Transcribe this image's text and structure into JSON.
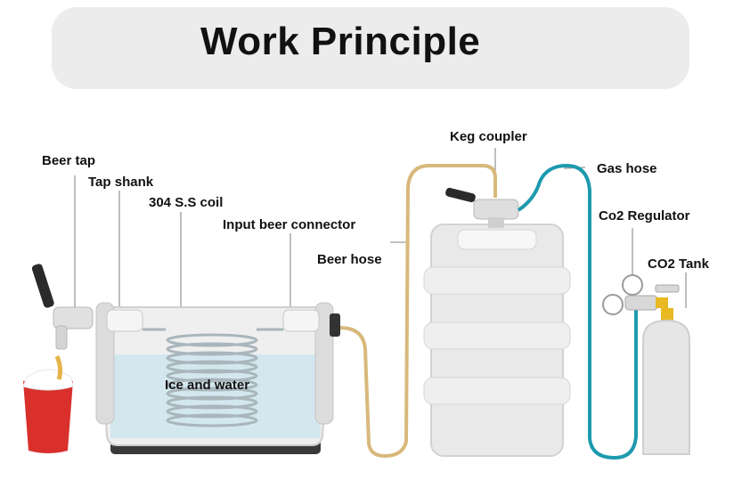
{
  "title": "Work Principle",
  "labels": {
    "beer_tap": "Beer tap",
    "tap_shank": "Tap shank",
    "coil": "304 S.S coil",
    "input_connector": "Input beer connector",
    "beer_hose": "Beer hose",
    "keg_coupler": "Keg coupler",
    "gas_hose": "Gas hose",
    "co2_regulator": "Co2 Regulator",
    "co2_tank": "CO2 Tank",
    "ice_water": "Ice and water"
  },
  "colors": {
    "beer_hose": "#d8b97c",
    "gas_hose": "#1d9aae",
    "cup": "#d9302c",
    "water": "#cfe6ee",
    "tray": "#3a3a3a"
  }
}
